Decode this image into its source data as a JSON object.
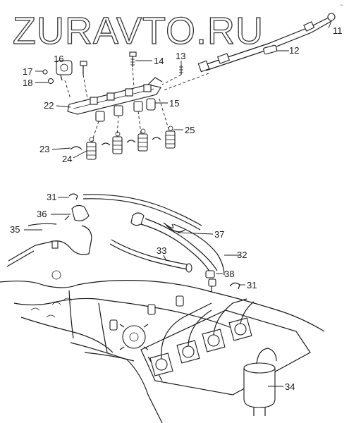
{
  "watermark": "ZURAVTO.RU",
  "corner_mark": "~",
  "callouts": {
    "c11": "11",
    "c12": "12",
    "c13": "13",
    "c14": "14",
    "c15": "15",
    "c16": "16",
    "c17": "17",
    "c18": "18",
    "c22": "22",
    "c23": "23",
    "c24": "24",
    "c25": "25",
    "c31a": "31",
    "c31b": "31",
    "c32": "32",
    "c33": "33",
    "c34": "34",
    "c35": "35",
    "c36": "36",
    "c37": "37",
    "c38": "38"
  }
}
